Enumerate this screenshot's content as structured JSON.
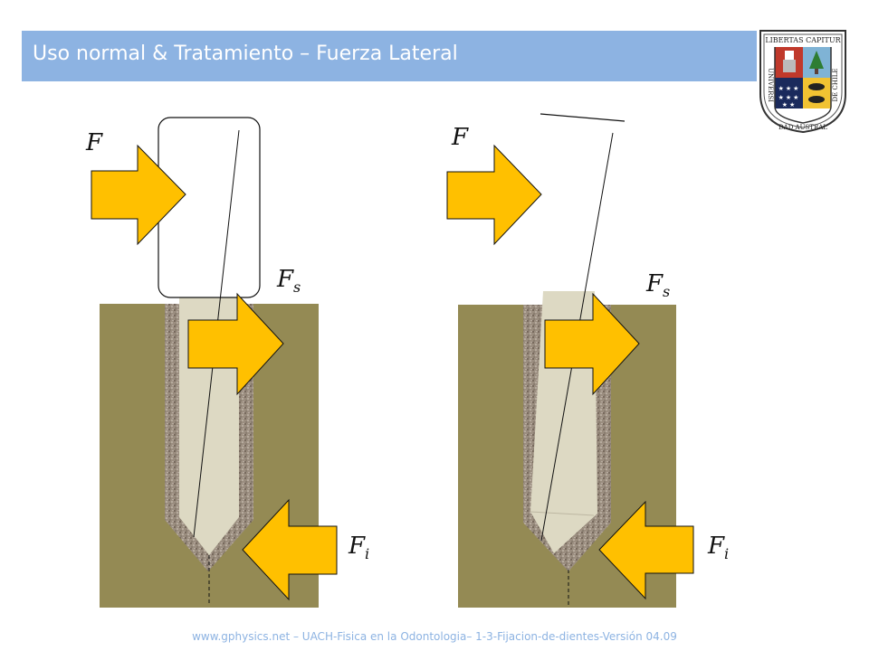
{
  "header": {
    "title": "Uso normal & Tratamiento – Fuerza Lateral"
  },
  "logo": {
    "top_text": "LIBERTAS CAPITUR",
    "left_text": "UNIVERSI",
    "bottom_text": "DAD AUSTRAL",
    "right_text": "DE CHILE"
  },
  "diagram": {
    "left": {
      "force": "F",
      "force_s": "F",
      "sub_s": "s",
      "force_i": "F",
      "sub_i": "i"
    },
    "right": {
      "force": "F",
      "force_s": "F",
      "sub_s": "s",
      "force_i": "F",
      "sub_i": "i"
    }
  },
  "colors": {
    "title_bar": "#8db3e2",
    "bone": "#948a54",
    "arrow_fill": "#ffc000",
    "root": "#ddd9c3",
    "ligament": "#9b8e80"
  },
  "footer": {
    "text": "www.gphysics.net – UACH-Fisica en la Odontologia– 1-3-Fijacion-de-dientes-Versión 04.09"
  }
}
